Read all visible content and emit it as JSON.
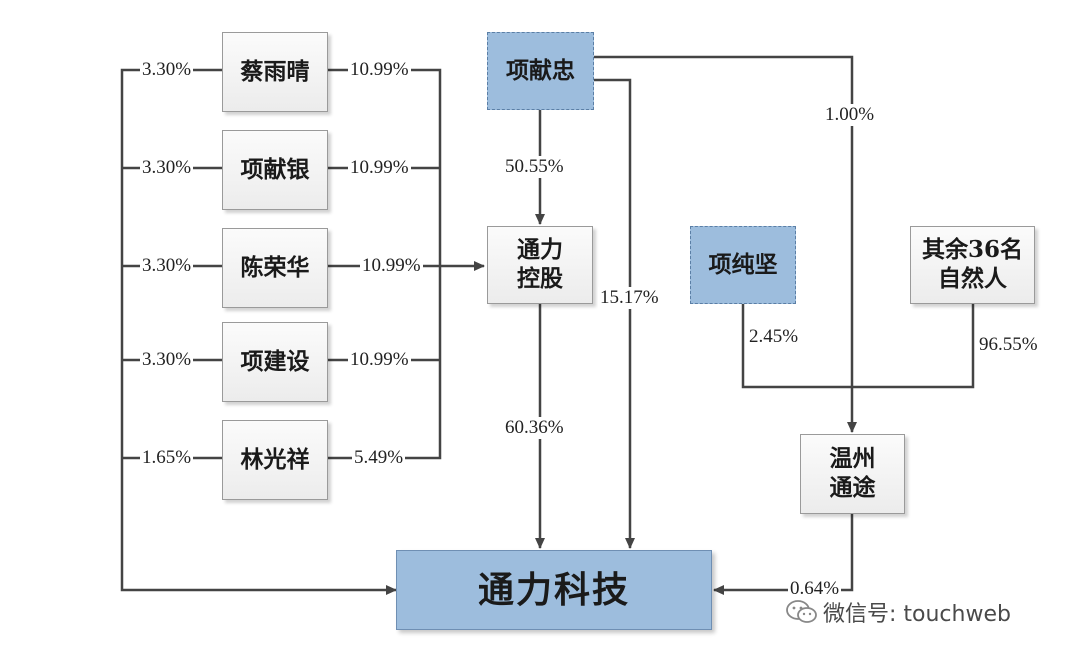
{
  "nodes": {
    "cai_yuqing": "蔡雨晴",
    "xiang_xianyin": "项献银",
    "chen_ronghua": "陈荣华",
    "xiang_jianshe": "项建设",
    "lin_guangxiang": "林光祥",
    "xiang_xianzhong": "项献忠",
    "tongli_konggu": "通力\n控股",
    "xiang_chunjian": "项纯坚",
    "other_36": "其余36名\n自然人",
    "wenzhou_tongtu": "温州\n通途",
    "tongli_keji": "通力科技"
  },
  "edges": {
    "cai_left": "3.30%",
    "cai_right": "10.99%",
    "xy_left": "3.30%",
    "xy_right": "10.99%",
    "chen_left": "3.30%",
    "chen_right": "10.99%",
    "xj_left": "3.30%",
    "xj_right": "10.99%",
    "lin_left": "1.65%",
    "lin_right": "5.49%",
    "xz_to_konggu": "50.55%",
    "xz_to_keji": "15.17%",
    "xz_to_tongtu": "1.00%",
    "konggu_to_keji": "60.36%",
    "chunjian_to_tongtu": "2.45%",
    "other_to_tongtu": "96.55%",
    "tongtu_to_keji": "0.64%"
  },
  "watermark": {
    "icon": "wechat-icon",
    "text": "微信号: touchweb"
  },
  "colors": {
    "key_fill": "#9dbddd",
    "line": "#444444"
  }
}
